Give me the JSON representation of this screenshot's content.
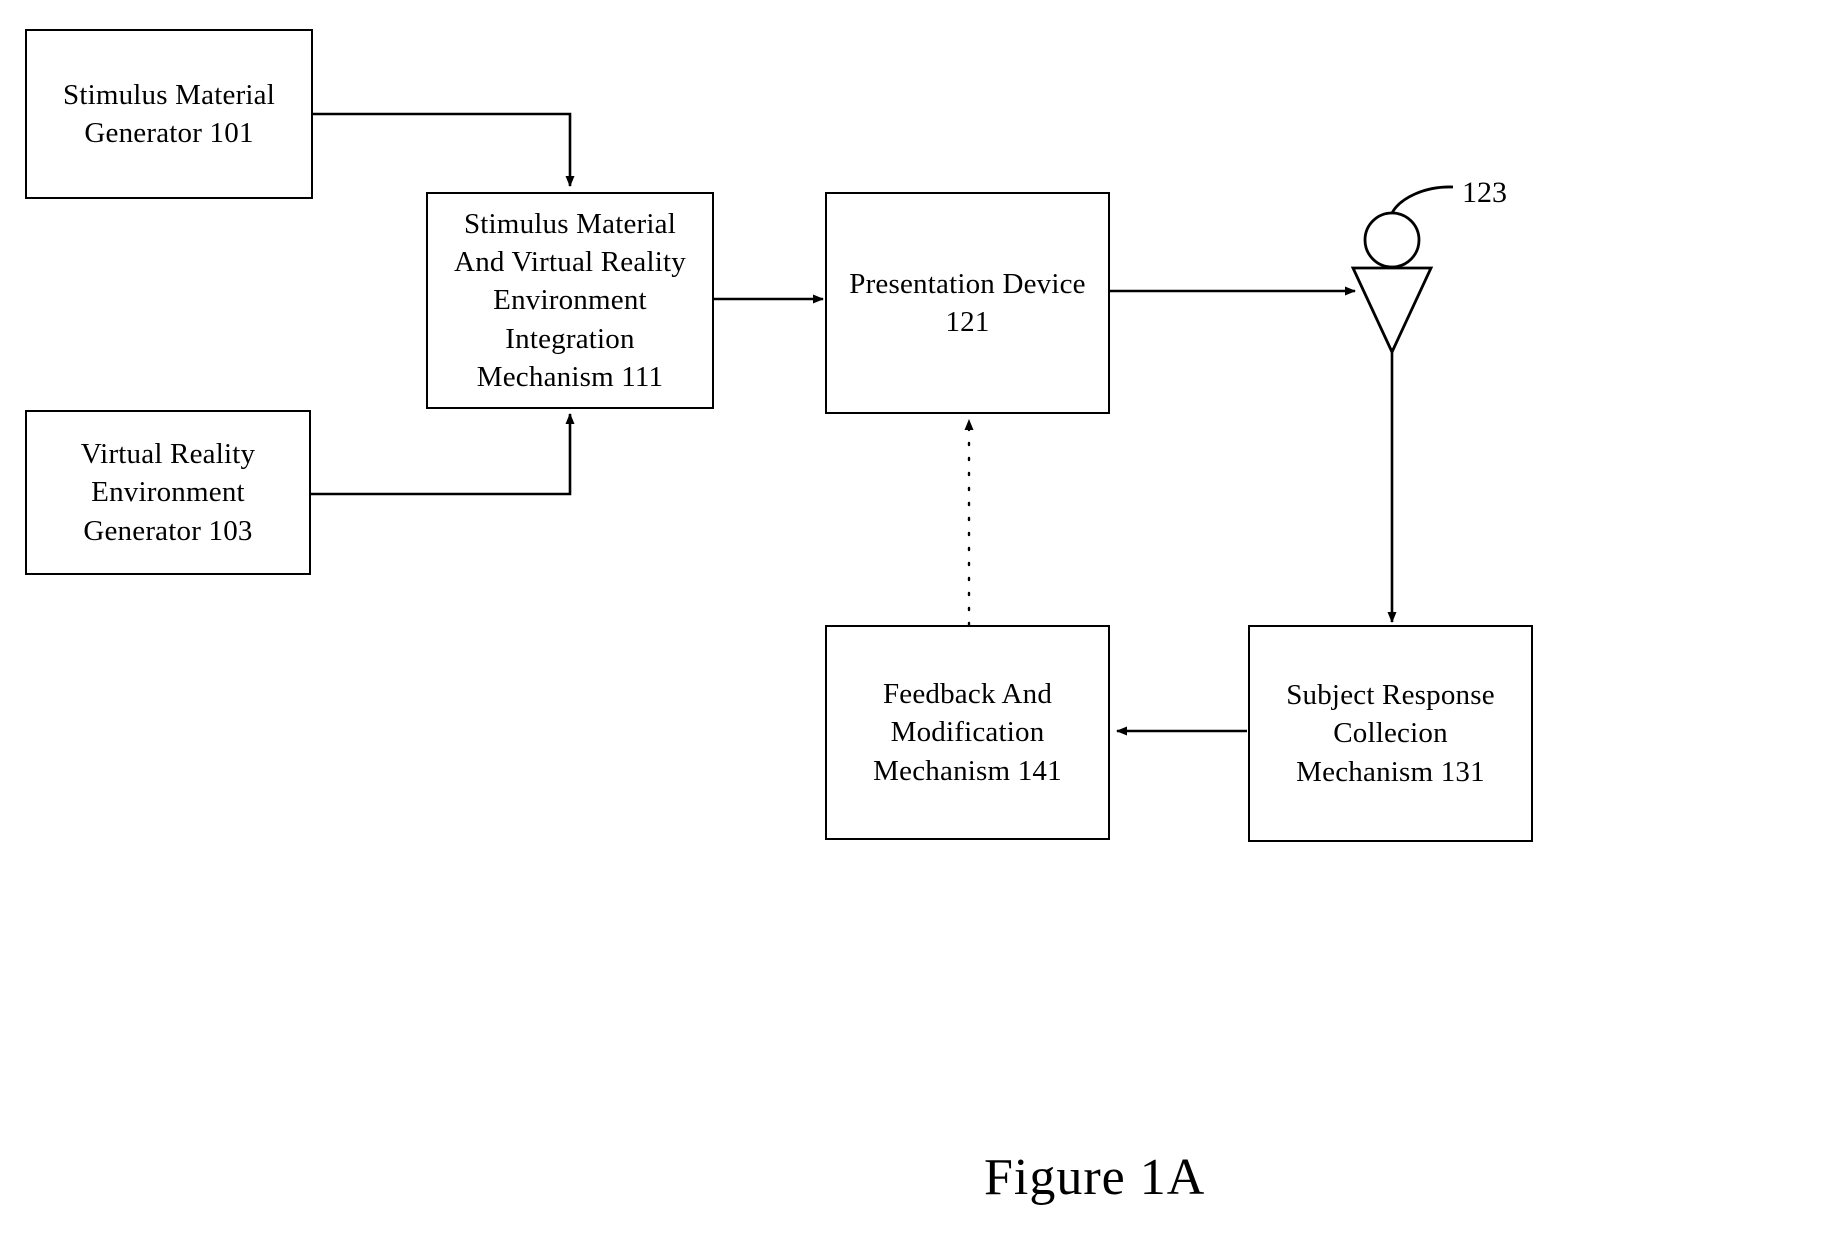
{
  "figure": {
    "caption": "Figure 1A",
    "title_number": "1A"
  },
  "nodes": [
    {
      "id": "stimulus-material-generator",
      "label": "Stimulus Material\nGenerator 101",
      "ref": "101"
    },
    {
      "id": "virtual-reality-environment-generator",
      "label": "Virtual Reality\nEnvironment\nGenerator 103",
      "ref": "103"
    },
    {
      "id": "integration-mechanism",
      "label": "Stimulus Material\nAnd Virtual Reality\nEnvironment\nIntegration\nMechanism 111",
      "ref": "111"
    },
    {
      "id": "presentation-device",
      "label": "Presentation Device\n121",
      "ref": "121"
    },
    {
      "id": "feedback-and-modification-mechanism",
      "label": "Feedback And\nModification\nMechanism 141",
      "ref": "141"
    },
    {
      "id": "subject-response-collection-mechanism",
      "label": "Subject Response\nCollecion\nMechanism 131",
      "ref": "131"
    }
  ],
  "subject": {
    "ref_label": "123",
    "icon": "person-stick-figure"
  },
  "connections": [
    {
      "from": "stimulus-material-generator",
      "to": "integration-mechanism",
      "style": "solid"
    },
    {
      "from": "virtual-reality-environment-generator",
      "to": "integration-mechanism",
      "style": "solid"
    },
    {
      "from": "integration-mechanism",
      "to": "presentation-device",
      "style": "solid"
    },
    {
      "from": "presentation-device",
      "to": "subject",
      "style": "solid"
    },
    {
      "from": "subject",
      "to": "subject-response-collection-mechanism",
      "style": "solid"
    },
    {
      "from": "subject-response-collection-mechanism",
      "to": "feedback-and-modification-mechanism",
      "style": "solid"
    },
    {
      "from": "feedback-and-modification-mechanism",
      "to": "presentation-device",
      "style": "dotted"
    }
  ],
  "colors": {
    "stroke": "#000000",
    "background": "#ffffff"
  }
}
